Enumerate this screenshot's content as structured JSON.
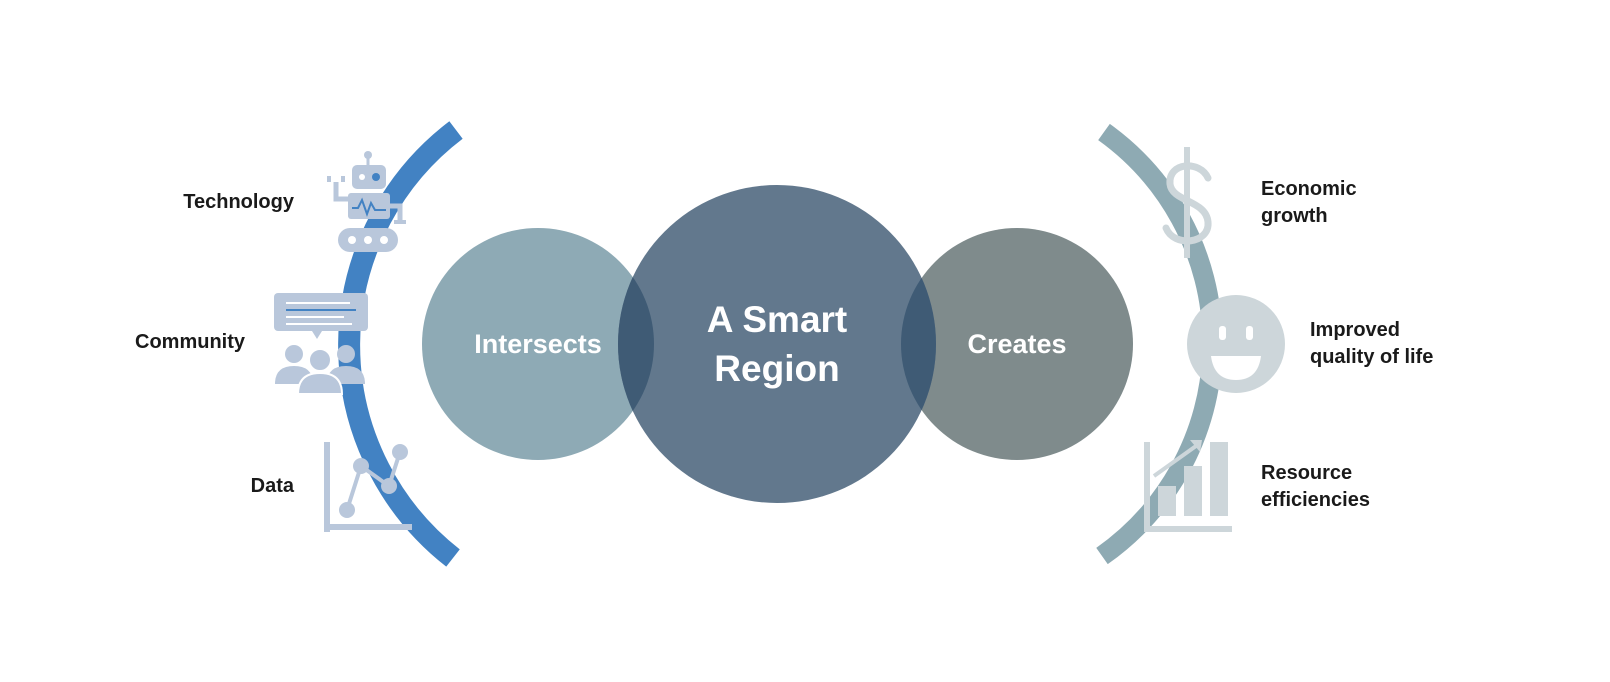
{
  "center": {
    "title_line1": "A Smart",
    "title_line2": "Region"
  },
  "left_circle": {
    "label": "Intersects"
  },
  "right_circle": {
    "label": "Creates"
  },
  "inputs": [
    {
      "label": "Technology",
      "icon": "robot-icon"
    },
    {
      "label": "Community",
      "icon": "community-chat-icon"
    },
    {
      "label": "Data",
      "icon": "data-chart-icon"
    }
  ],
  "outcomes": [
    {
      "label": "Economic\ngrowth",
      "icon": "dollar-icon"
    },
    {
      "label": "Improved\nquality of life",
      "icon": "smiley-icon"
    },
    {
      "label": "Resource\nefficiencies",
      "icon": "growth-bars-icon"
    }
  ],
  "colors": {
    "left_arc": "#4282c3",
    "right_arc": "#8eaab3",
    "intersects_circle": "#8eaab5",
    "center_circle": "#62788d",
    "creates_circle": "#7f8b8c",
    "overlap": "#3f5b75",
    "left_icons": "#b9c7db",
    "right_icons": "#cdd6da"
  }
}
